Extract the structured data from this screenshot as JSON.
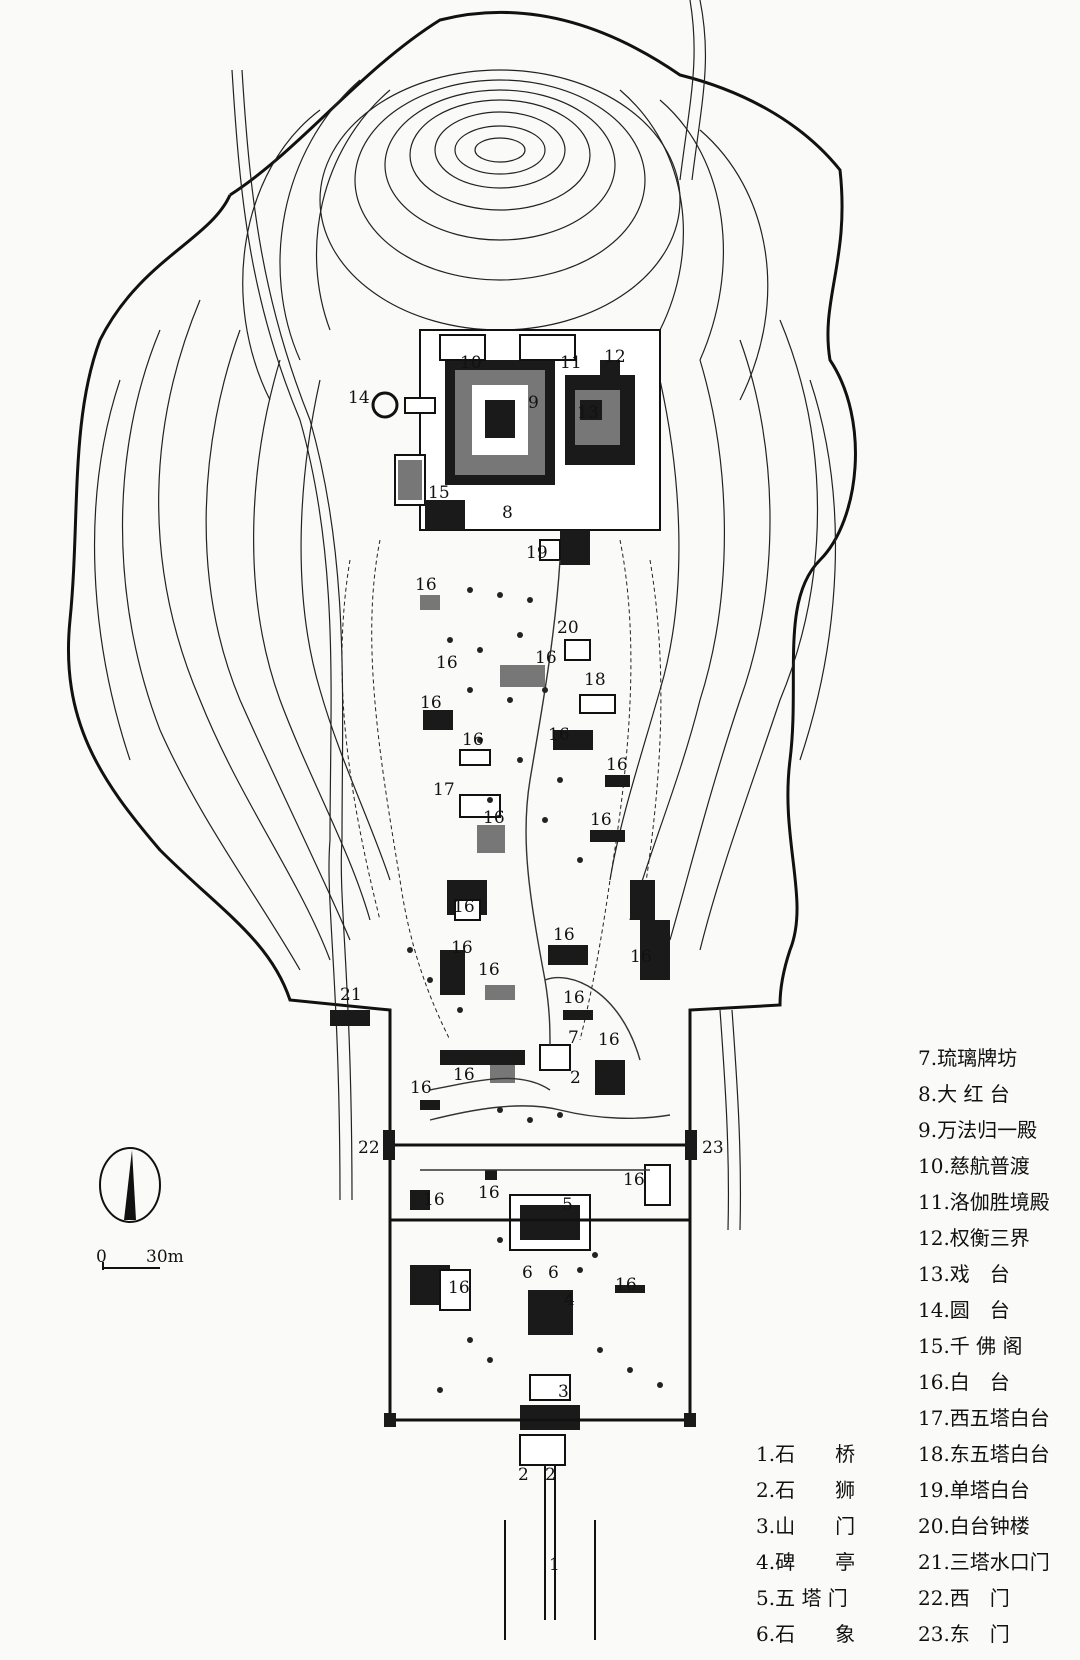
{
  "legend_left": [
    {
      "label": "1.石　　桥"
    },
    {
      "label": "2.石　　狮"
    },
    {
      "label": "3.山　　门"
    },
    {
      "label": "4.碑　　亭"
    },
    {
      "label": "5.五 塔 门"
    },
    {
      "label": "6.石　　象"
    }
  ],
  "legend_right": [
    {
      "label": "7.琉璃牌坊"
    },
    {
      "label": "8.大 红 台"
    },
    {
      "label": "9.万法归一殿"
    },
    {
      "label": "10.慈航普渡"
    },
    {
      "label": "11.洛伽胜境殿"
    },
    {
      "label": "12.权衡三界"
    },
    {
      "label": "13.戏　台"
    },
    {
      "label": "14.圆　台"
    },
    {
      "label": "15.千 佛 阁"
    },
    {
      "label": "16.白　台"
    },
    {
      "label": "17.西五塔白台"
    },
    {
      "label": "18.东五塔白台"
    },
    {
      "label": "19.单塔白台"
    },
    {
      "label": "20.白台钟楼"
    },
    {
      "label": "21.三塔水口门"
    },
    {
      "label": "22.西　门"
    },
    {
      "label": "23.东　门"
    }
  ],
  "map_labels": {
    "n1": "1",
    "n2": "2",
    "n3": "3",
    "n4": "4",
    "n5": "5",
    "n6": "6",
    "n7": "7",
    "n8": "8",
    "n9": "9",
    "n10": "10",
    "n11": "11",
    "n12": "12",
    "n13": "13",
    "n14": "14",
    "n15": "15",
    "n16": "16",
    "n17": "17",
    "n18": "18",
    "n19": "19",
    "n20": "20",
    "n21": "21",
    "n22": "22",
    "n23": "23"
  },
  "scale_bar": {
    "start": "0",
    "end": "30m"
  },
  "icons": {
    "north_arrow": "north-arrow-icon",
    "tree": "tree-icon"
  }
}
